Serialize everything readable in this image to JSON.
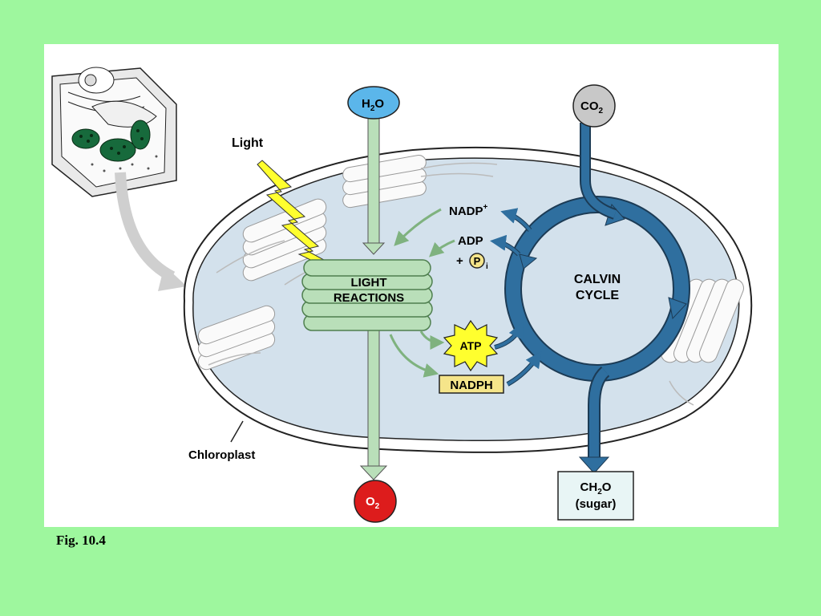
{
  "figure": {
    "caption": "Fig. 10.4"
  },
  "labels": {
    "light": "Light",
    "chloroplast": "Chloroplast",
    "light_reactions_line1": "LIGHT",
    "light_reactions_line2": "REACTIONS",
    "calvin_line1": "CALVIN",
    "calvin_line2": "CYCLE",
    "nadp_plus": "NADP",
    "nadp_plus_sup": "+",
    "adp": "ADP",
    "pi_plus": "+",
    "pi_letter": "P",
    "pi_sub": "i",
    "atp": "ATP",
    "nadph": "NADPH",
    "water": "H",
    "water_sub": "2",
    "water_o": "O",
    "co2": "CO",
    "co2_sub": "2",
    "o2": "O",
    "o2_sub": "2",
    "sugar_line1": "CH",
    "sugar_sub": "2",
    "sugar_o": "O",
    "sugar_line2": "(sugar)"
  },
  "colors": {
    "background": "#9ef79e",
    "chloroplast_fill": "#d3e1ec",
    "light_reactions_green": "#b9dfb9",
    "calvin_blue": "#2f6f9f",
    "water_blue": "#5bb6ea",
    "co2_gray": "#c8c8c8",
    "o2_red": "#dd1c1c",
    "nadph_yellow": "#f5e58a",
    "atp_yellow": "#ffff2e",
    "sugar_box": "#e8f5f5"
  }
}
